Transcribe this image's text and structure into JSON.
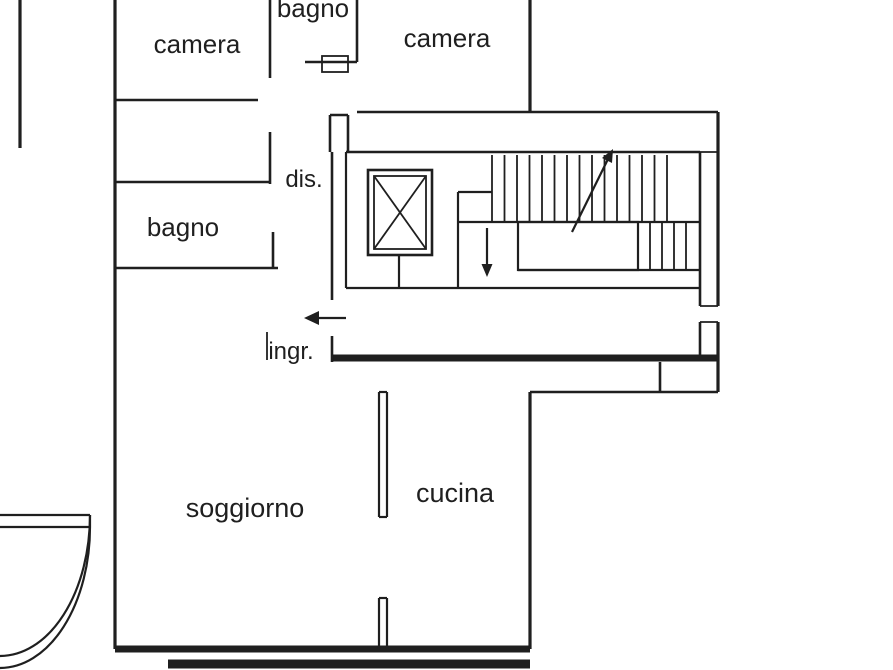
{
  "colors": {
    "ink": "#1f1f1f",
    "paper": "#ffffff"
  },
  "rooms": {
    "bagno_top": "bagno",
    "camera_left": "camera",
    "camera_right": "camera",
    "disimpegno": "dis.",
    "bagno_left": "bagno",
    "ingresso": "ingr.",
    "soggiorno": "soggiorno",
    "cucina": "cucina"
  }
}
